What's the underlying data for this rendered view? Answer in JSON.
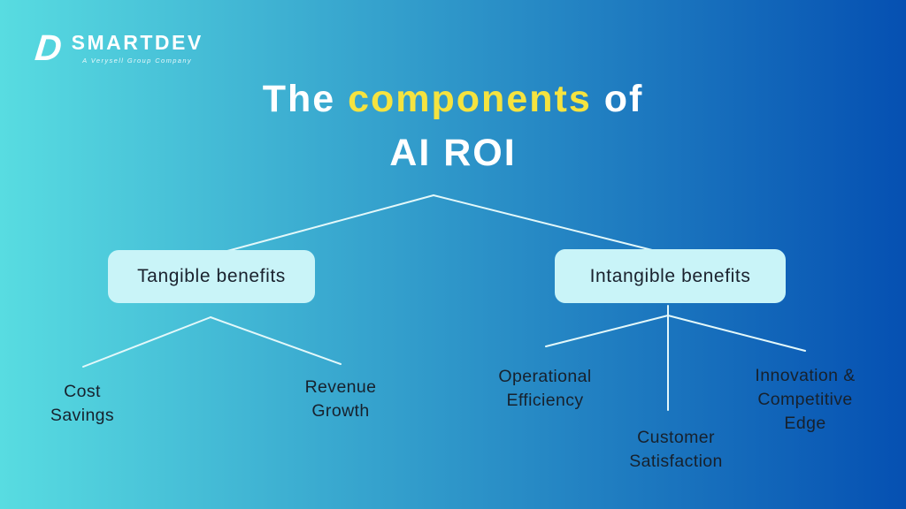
{
  "brand": {
    "logo_letter": "D",
    "name": "SMARTDEV",
    "tagline": "A Verysell Group Company"
  },
  "title": {
    "prefix": "The ",
    "highlight": "components",
    "suffix": " of",
    "line2": "AI ROI"
  },
  "diagram": {
    "root_label": "The components of AI ROI",
    "branches": [
      {
        "label": "Tangible benefits",
        "leaves": [
          {
            "label": "Cost\nSavings"
          },
          {
            "label": "Revenue\nGrowth"
          }
        ]
      },
      {
        "label": "Intangible benefits",
        "leaves": [
          {
            "label": "Operational\nEfficiency"
          },
          {
            "label": "Customer\nSatisfaction"
          },
          {
            "label": "Innovation &\nCompetitive\nEdge"
          }
        ]
      }
    ]
  },
  "colors": {
    "background_start": "#58DCE1",
    "background_end": "#0550B2",
    "title_text": "#FFFFFF",
    "title_highlight": "#F5E33F",
    "node_box_bg": "#C9F4F8",
    "connector_line": "#E3F8FA",
    "leaf_text": "#17212D"
  }
}
